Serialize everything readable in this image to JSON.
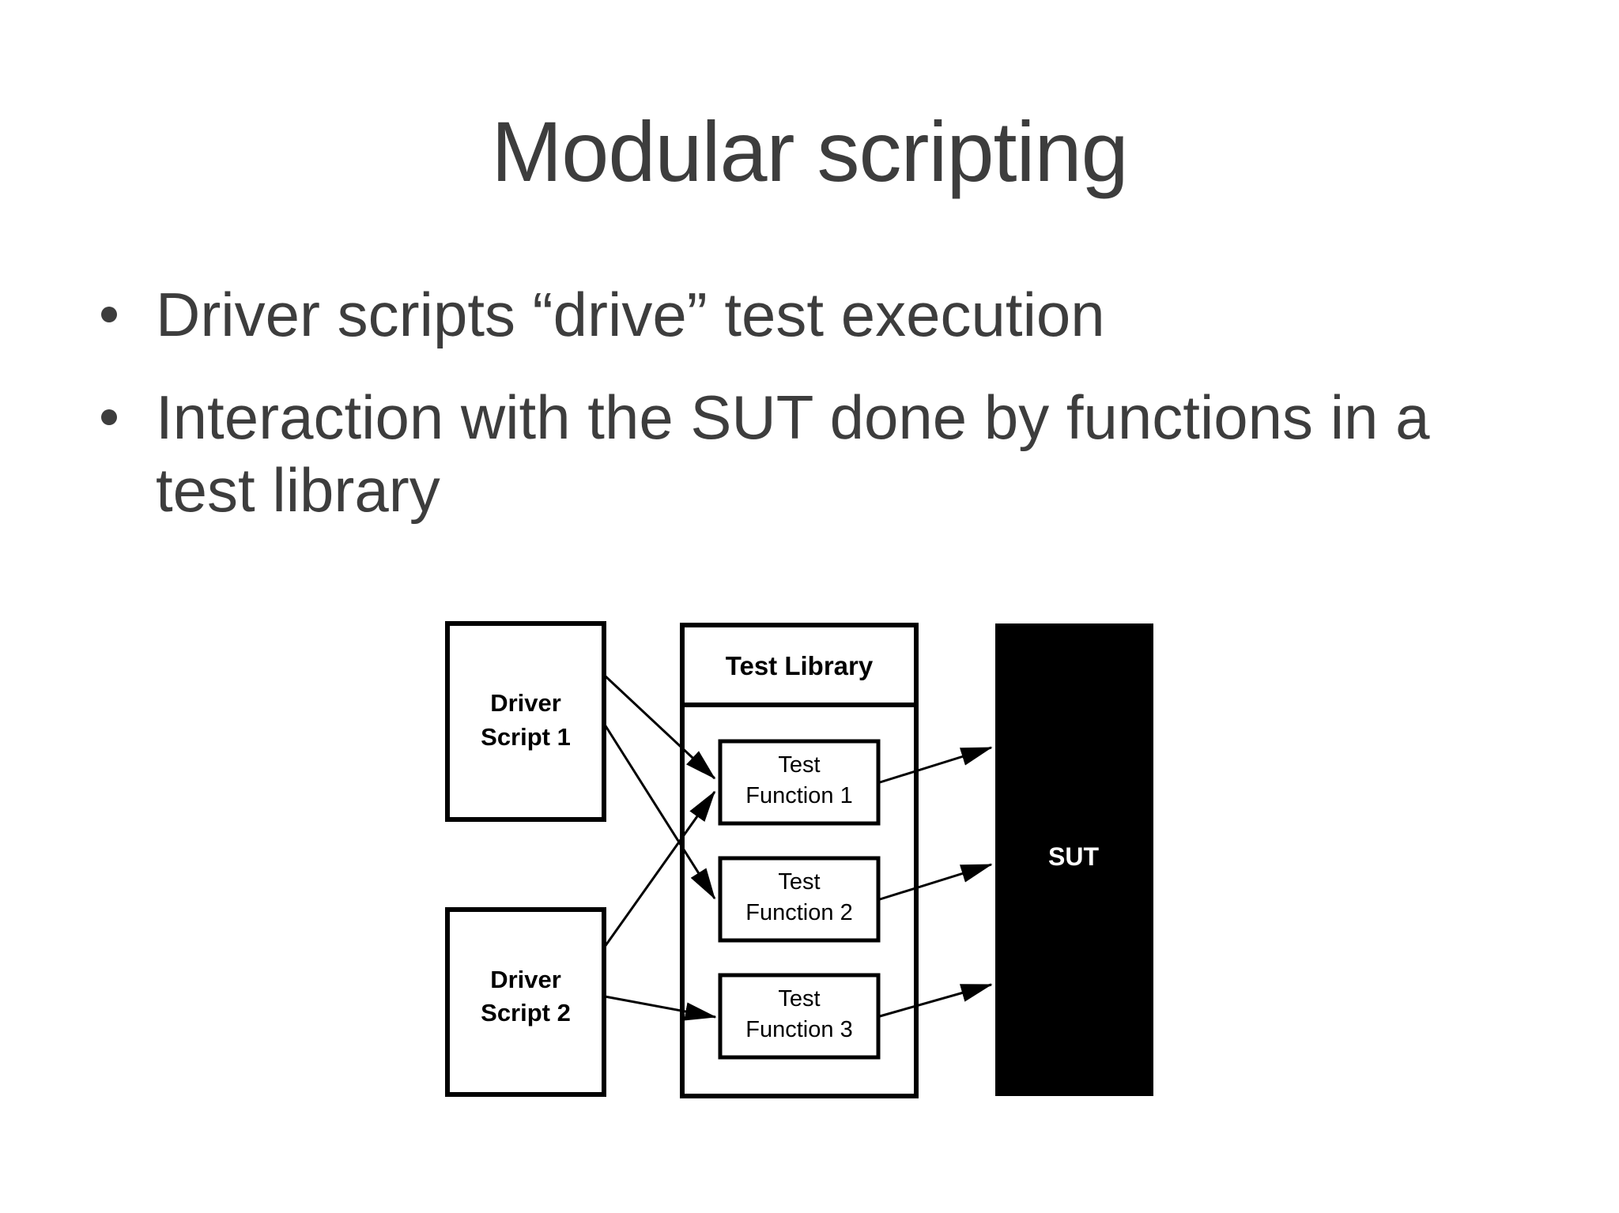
{
  "slide": {
    "title": "Modular scripting",
    "bullets": [
      {
        "text": "Driver scripts “drive” test execution"
      },
      {
        "text": "Interaction with the SUT done by functions in a test library"
      }
    ],
    "colors": {
      "text": "#3d3d3d",
      "diagram_line": "#000000",
      "background": "#ffffff",
      "sut_fill": "#000000",
      "sut_text": "#ffffff"
    }
  },
  "diagram": {
    "driver_script_1": {
      "line1": "Driver",
      "line2": "Script 1"
    },
    "driver_script_2": {
      "line1": "Driver",
      "line2": "Script 2"
    },
    "test_library_label": "Test Library",
    "test_functions": [
      {
        "line1": "Test",
        "line2": "Function 1"
      },
      {
        "line1": "Test",
        "line2": "Function 2"
      },
      {
        "line1": "Test",
        "line2": "Function 3"
      }
    ],
    "sut_label": "SUT"
  }
}
